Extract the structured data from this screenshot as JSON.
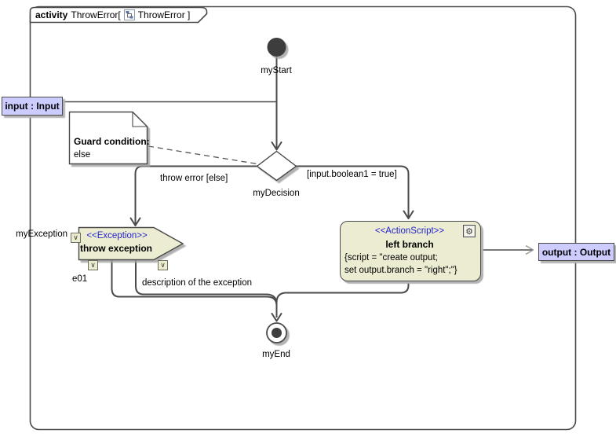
{
  "frame": {
    "keyword": "activity",
    "name": "ThrowError[",
    "diagram_ref": "ThrowError ]"
  },
  "nodes": {
    "start_label": "myStart",
    "decision_label": "myDecision",
    "end_label": "myEnd",
    "input_param": "input : Input",
    "output_param": "output : Output",
    "exception": {
      "stereotype": "<<Exception>>",
      "name": "throw exception",
      "pin_label": "myException",
      "error_code": "e01",
      "description": "description of the exception"
    },
    "action": {
      "stereotype": "<<ActionScript>>",
      "name": "left branch",
      "script_line1": "{script = \"create output;",
      "script_line2": "set output.branch = \"right\";\"}"
    }
  },
  "edges": {
    "else_guard": "throw error [else]",
    "true_guard": "[input.boolean1 = true]"
  },
  "note": {
    "title": "Guard condition:",
    "body": "else"
  },
  "icons": {
    "gear_glyph": "⚙",
    "pin_glyph": "∨"
  },
  "colors": {
    "shape_fill": "#ECECD2",
    "param_fill": "#CCCCFF",
    "stereotype_color": "#2323CC",
    "line_color": "#4A4A4A"
  }
}
